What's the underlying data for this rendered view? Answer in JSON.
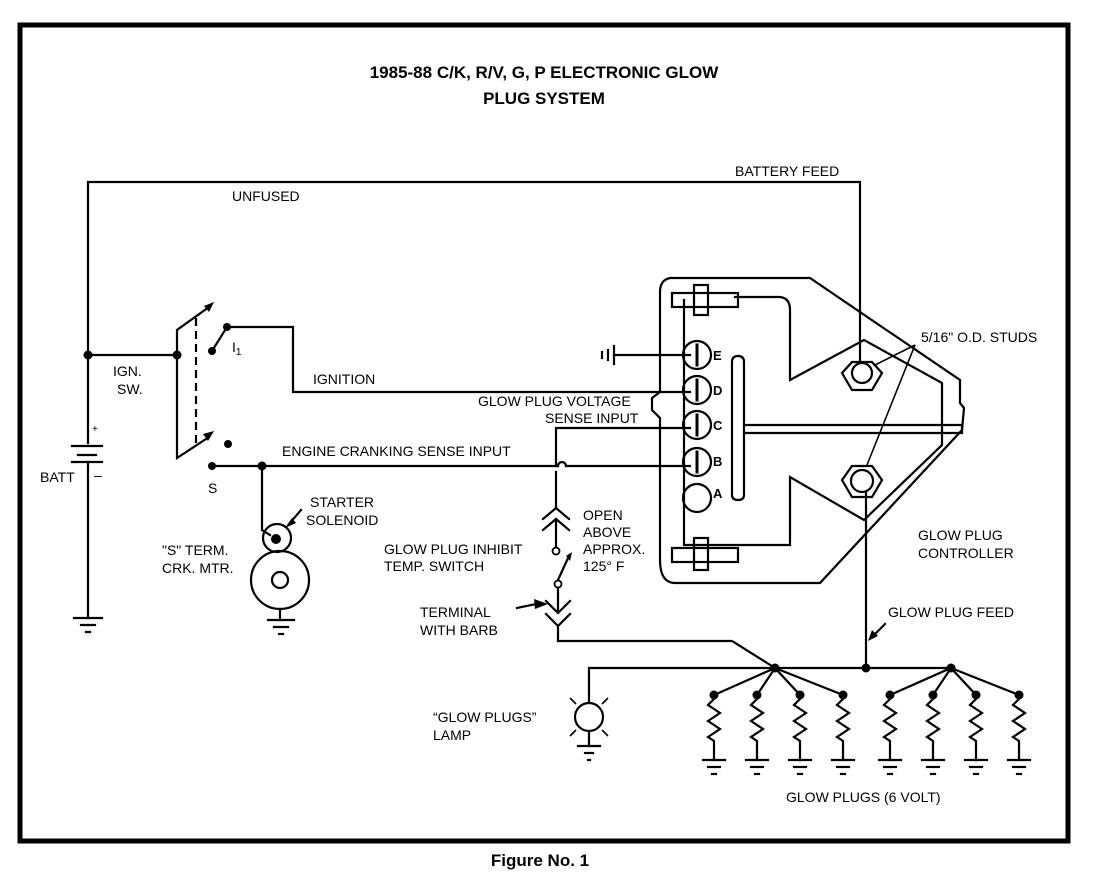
{
  "title": {
    "line1": "1985-88 C/K, R/V, G, P ELECTRONIC GLOW",
    "line2": "PLUG SYSTEM"
  },
  "caption": "Figure No. 1",
  "labels": {
    "unfused": "UNFUSED",
    "battery_feed": "BATTERY FEED",
    "ign_sw_1": "IGN.",
    "ign_sw_2": "SW.",
    "i1": "I",
    "i1_sub": "1",
    "ignition": "IGNITION",
    "batt": "BATT",
    "batt_plus": "+",
    "batt_minus": "–",
    "s_terminal": "S",
    "engine_cranking": "ENGINE CRANKING SENSE INPUT",
    "gp_voltage_1": "GLOW PLUG VOLTAGE",
    "gp_voltage_2": "SENSE INPUT",
    "starter_1": "STARTER",
    "starter_2": "SOLENOID",
    "s_term_1": "\"S\" TERM.",
    "s_term_2": "CRK. MTR.",
    "inhibit_1": "GLOW PLUG INHIBIT",
    "inhibit_2": "TEMP. SWITCH",
    "open_1": "OPEN",
    "open_2": "ABOVE",
    "open_3": "APPROX.",
    "open_4": "125° F",
    "terminal_1": "TERMINAL",
    "terminal_2": "WITH BARB",
    "lamp_1": "“GLOW PLUGS”",
    "lamp_2": "LAMP",
    "studs": "5/16\" O.D. STUDS",
    "controller_1": "GLOW PLUG",
    "controller_2": "CONTROLLER",
    "gp_feed": "GLOW PLUG FEED",
    "glow_plugs": "GLOW PLUGS (6 VOLT)"
  },
  "connector_pins": [
    {
      "id": "E",
      "wired": true
    },
    {
      "id": "D",
      "wired": true
    },
    {
      "id": "C",
      "wired": true
    },
    {
      "id": "B",
      "wired": true
    },
    {
      "id": "A",
      "wired": false
    }
  ],
  "glow_plug_count": 8,
  "components": {
    "battery": "battery-symbol",
    "ignition_switch": "switch-symbol",
    "starter": "starter-motor-symbol",
    "temp_switch": "temp-switch-symbol",
    "lamp": "lamp-symbol",
    "controller": "controller-outline",
    "ground": "ground-symbol",
    "glow_plug": "resistor-symbol"
  }
}
